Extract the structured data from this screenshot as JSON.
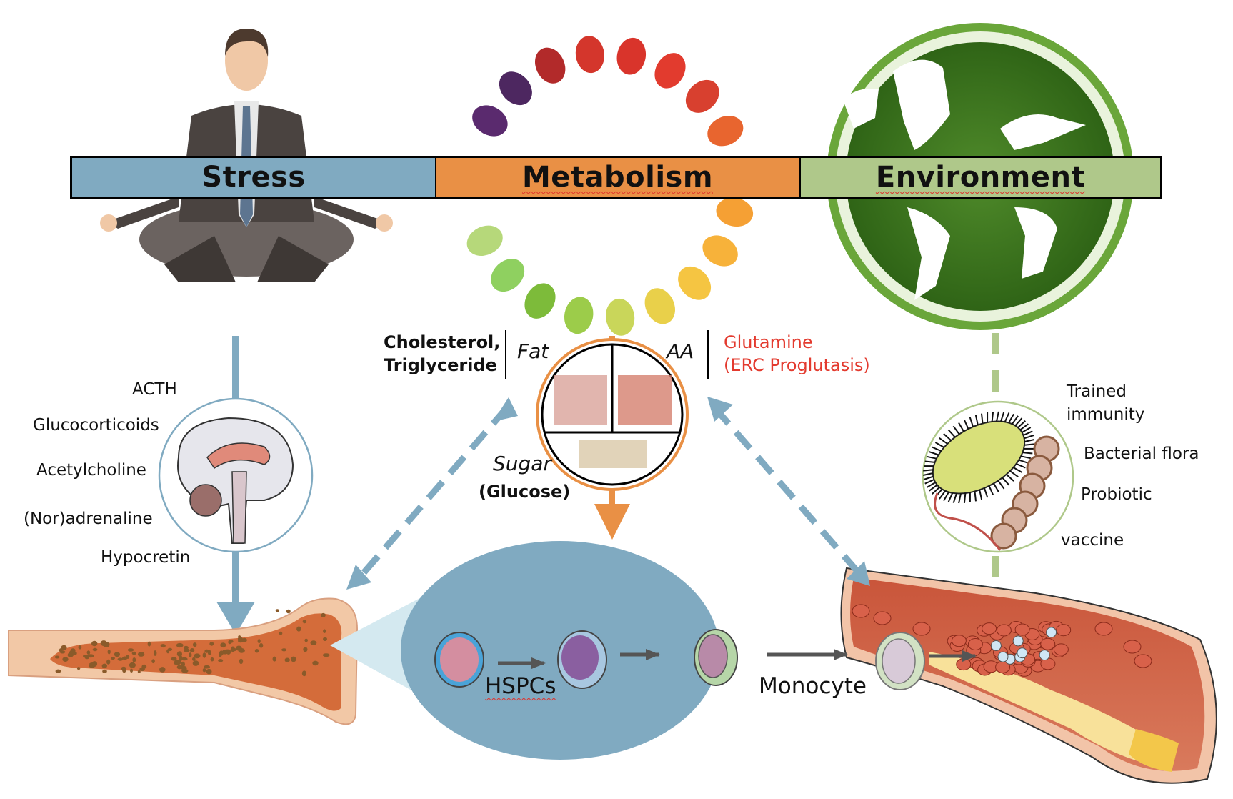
{
  "header": {
    "stress": "Stress",
    "metabolism": "Metabolism",
    "environment": "Environment",
    "colors": {
      "stress": "#80aac1",
      "metabolism": "#e99045",
      "environment": "#afc88a"
    }
  },
  "stress": {
    "mediators": [
      "ACTH",
      "Glucocorticoids",
      "Acetylcholine",
      "(Nor)adrenaline",
      "Hypocretin"
    ],
    "icon": "brain-icon"
  },
  "metabolism": {
    "fat_label": "Fat",
    "fat_examples": [
      "Cholesterol,",
      "Triglyceride"
    ],
    "aa_label": "AA",
    "aa_examples": [
      "Glutamine",
      "(ERC Proglutasis)"
    ],
    "sugar_label": "Sugar",
    "sugar_example": "(Glucose)",
    "plate_icon": "food-plate-icon",
    "accent": "#e99045",
    "highlight": "#e33a2e"
  },
  "environment": {
    "factors": [
      "Trained",
      "immunity",
      "Bacterial flora",
      "Probiotic",
      "vaccine"
    ],
    "icon": "bacteria-icon",
    "accent": "#afc88a"
  },
  "bone_marrow": {
    "cells_label": "HSPCs",
    "output_label": "Monocyte",
    "ellipse_color": "#80aac1"
  }
}
